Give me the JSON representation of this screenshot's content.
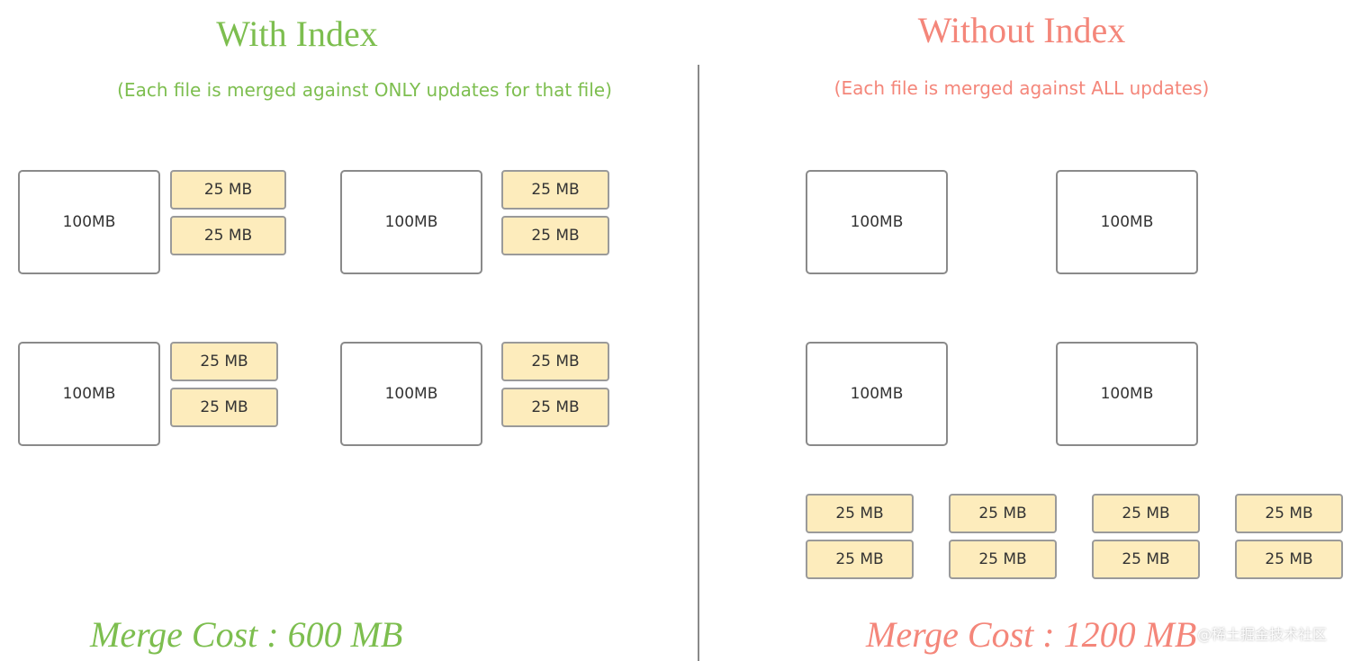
{
  "colors": {
    "with_index": "#7dbe4f",
    "without_index": "#f4867a",
    "update_fill": "#fdecbc",
    "border": "#8a8a8a"
  },
  "with_index": {
    "title": "With Index",
    "subtitle": "(Each file is merged against ONLY updates for that file)",
    "cost": "Merge Cost : 600 MB",
    "files": [
      {
        "label": "100MB",
        "updates": [
          "25 MB",
          "25 MB"
        ]
      },
      {
        "label": "100MB",
        "updates": [
          "25 MB",
          "25 MB"
        ]
      },
      {
        "label": "100MB",
        "updates": [
          "25 MB",
          "25 MB"
        ]
      },
      {
        "label": "100MB",
        "updates": [
          "25 MB",
          "25 MB"
        ]
      }
    ]
  },
  "without_index": {
    "title": "Without Index",
    "subtitle": "(Each file is merged against ALL updates)",
    "cost": "Merge Cost : 1200 MB",
    "files": [
      "100MB",
      "100MB",
      "100MB",
      "100MB"
    ],
    "updates": [
      "25 MB",
      "25 MB",
      "25 MB",
      "25 MB",
      "25 MB",
      "25 MB",
      "25 MB",
      "25 MB"
    ]
  },
  "watermark": "@稀土掘金技术社区"
}
